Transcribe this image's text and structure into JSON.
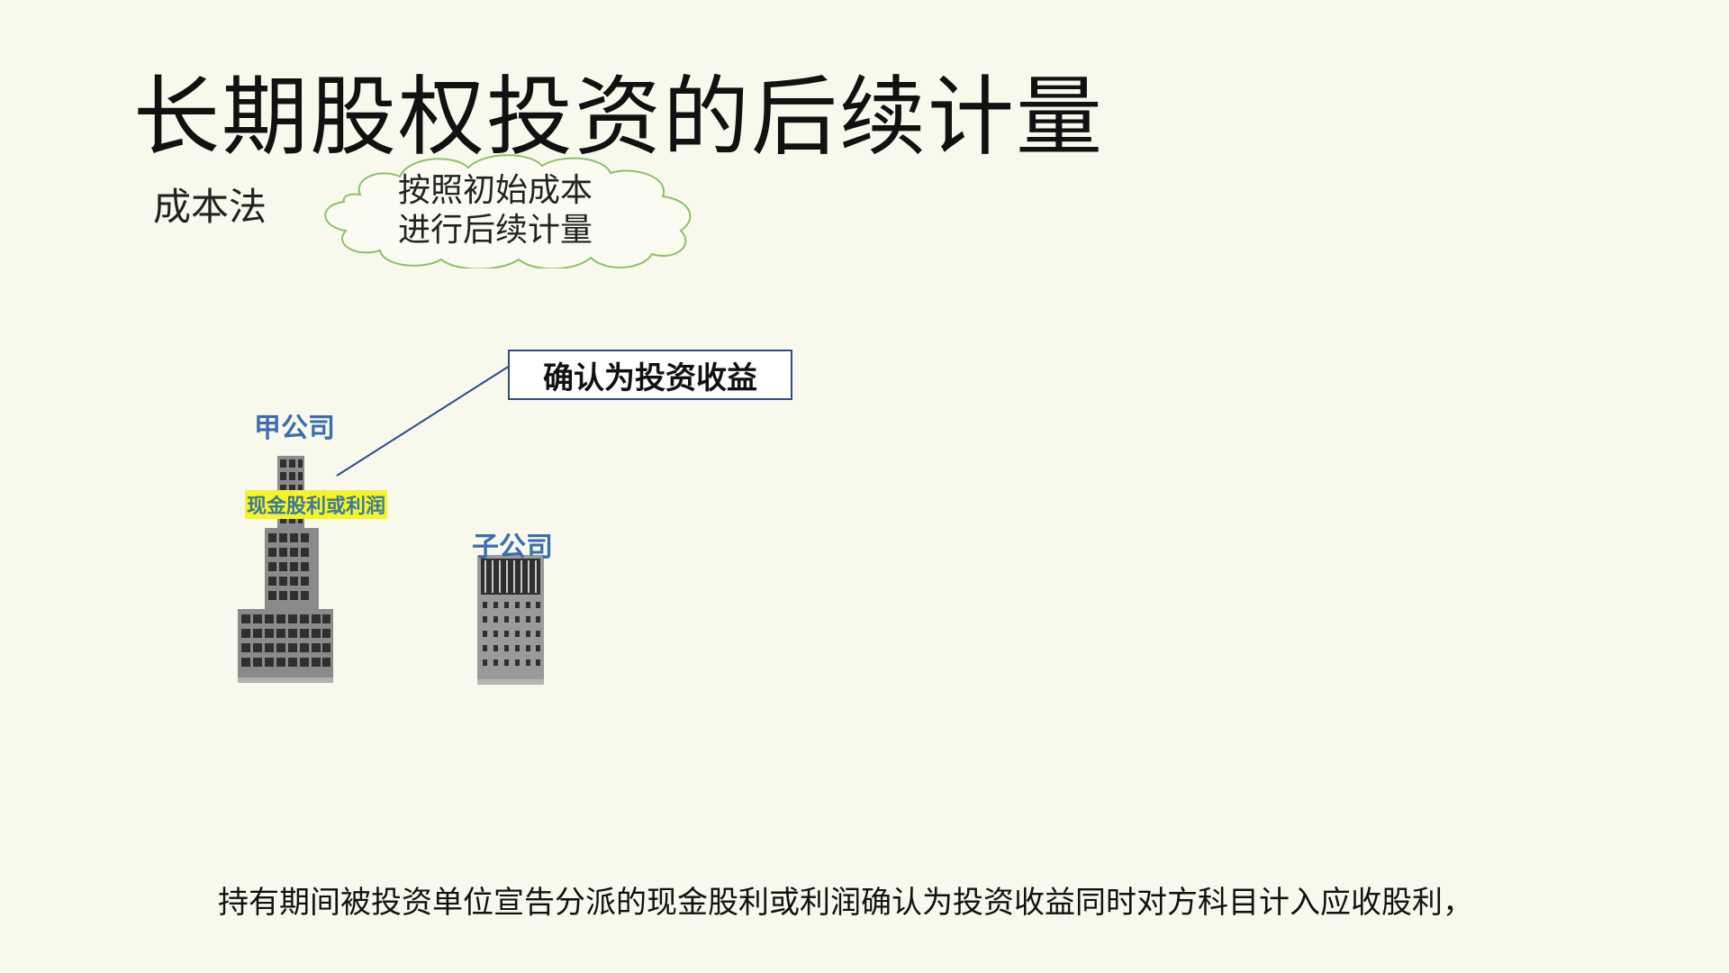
{
  "slide": {
    "title": "长期股权投资的后续计量",
    "method_label": "成本法",
    "cloud": {
      "line1": "按照初始成本",
      "line2": "进行后续计量"
    },
    "income_box": "确认为投资收益",
    "parent_company": "甲公司",
    "subsidiary": "子公司",
    "dividend_label": "现金股利或利润",
    "bottom_text": "持有期间被投资单位宣告分派的现金股利或利润确认为投资收益同时对方科目计入应收股利，"
  },
  "colors": {
    "background": "#f8f8ec",
    "cloud_stroke": "#8dc06a",
    "box_border": "#2e4a8a",
    "company_label": "#3b6db0",
    "highlight": "#f4f42a",
    "building": "#8a8a8a"
  },
  "icons": [
    "cloud-shape",
    "building-icon"
  ]
}
